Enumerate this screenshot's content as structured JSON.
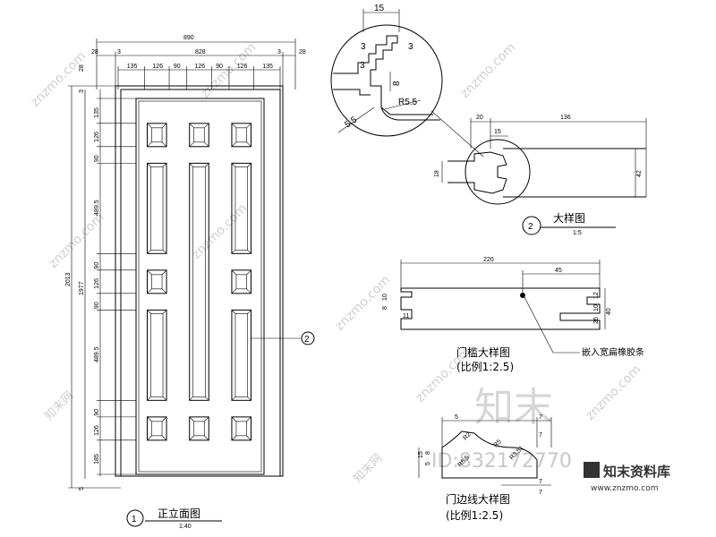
{
  "watermark": {
    "site_cn": "知末网",
    "site_en": "znzmo.com",
    "brand_large": "知末",
    "id_text": "ID:832172770",
    "logo_text": "知末资料库",
    "logo_url": "www.znzmo.com"
  },
  "elevation": {
    "title": "正立面图",
    "scale": "1:40",
    "marker": "1",
    "callout_marker": "2",
    "dim_total_width": "890",
    "dim_inner_width": "828",
    "dim_side": "28",
    "dim_3": "3",
    "top_columns": [
      "135",
      "126",
      "90",
      "126",
      "90",
      "126",
      "135"
    ],
    "left_dims": [
      "135",
      "126",
      "90",
      "489.5",
      "90",
      "126",
      "90",
      "489.5",
      "90",
      "126",
      "185"
    ],
    "dim_total_height": "2013",
    "dim_inner_height": "1977",
    "dim_top_28": "28",
    "dim_top_3": "3",
    "dim_bottom_5": "5"
  },
  "detail_circle": {
    "dims": [
      "15",
      "3",
      "3",
      "3",
      "8",
      "R5.5",
      "5.5"
    ]
  },
  "detail2": {
    "title": "大样图",
    "scale": "1:5",
    "marker": "2",
    "dims": [
      "20",
      "136",
      "15",
      "18",
      "42"
    ]
  },
  "section_plank": {
    "title": "门槛大样图",
    "scale": "(比例1:2.5)",
    "dims": [
      "220",
      "45",
      "10",
      "8",
      "11",
      "12",
      "10",
      "26",
      "40"
    ],
    "note": "嵌入宽扁橡胶条"
  },
  "section_trim": {
    "title": "门边线大样图",
    "scale": "(比例1:2.5)",
    "dims": [
      "5",
      "7",
      "7",
      "15",
      "8",
      "5",
      "R2",
      "R5",
      "R5.5",
      "R3.51",
      "7",
      "7"
    ]
  }
}
